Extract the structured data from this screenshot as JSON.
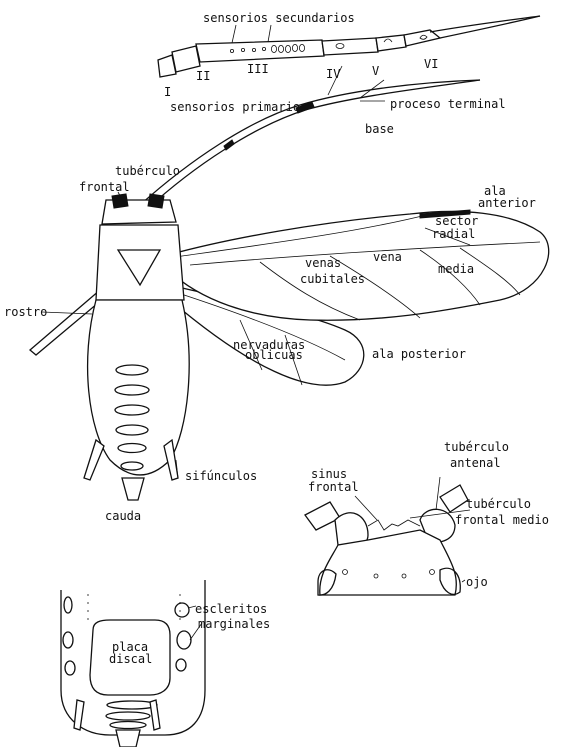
{
  "labels": {
    "sensorios_secundarios": "sensorios secundarios",
    "segment_I": "I",
    "segment_II": "II",
    "segment_III": "III",
    "segment_IV": "IV",
    "segment_V": "V",
    "segment_VI": "VI",
    "sensorios_primarios": "sensorios primarios",
    "proceso_terminal": "proceso terminal",
    "base": "base",
    "tuberculo_frontal_1": "tubérculo",
    "tuberculo_frontal_2": "frontal",
    "ala_anterior_1": "ala",
    "ala_anterior_2": "anterior",
    "sector_radial_1": "sector",
    "sector_radial_2": "radial",
    "vena_media_1": "vena",
    "vena_media_2": "media",
    "venas_cubitales_1": "venas",
    "venas_cubitales_2": "cubitales",
    "rostro": "rostro",
    "nervaduras_oblicuas_1": "nervaduras",
    "nervaduras_oblicuas_2": "oblicuas",
    "ala_posterior": "ala posterior",
    "sifunculos": "sifúnculos",
    "cauda": "cauda",
    "tuberculo_antenal_1": "tubérculo",
    "tuberculo_antenal_2": "antenal",
    "sinus_frontal_1": "sinus",
    "sinus_frontal_2": "frontal",
    "tuberculo_frontal_medio_1": "tubérculo",
    "tuberculo_frontal_medio_2": "frontal medio",
    "ojo": "ojo",
    "escleritos_1": "escleritos",
    "escleritos_2": "marginales",
    "placa_discal_1": "placa",
    "placa_discal_2": "discal"
  }
}
